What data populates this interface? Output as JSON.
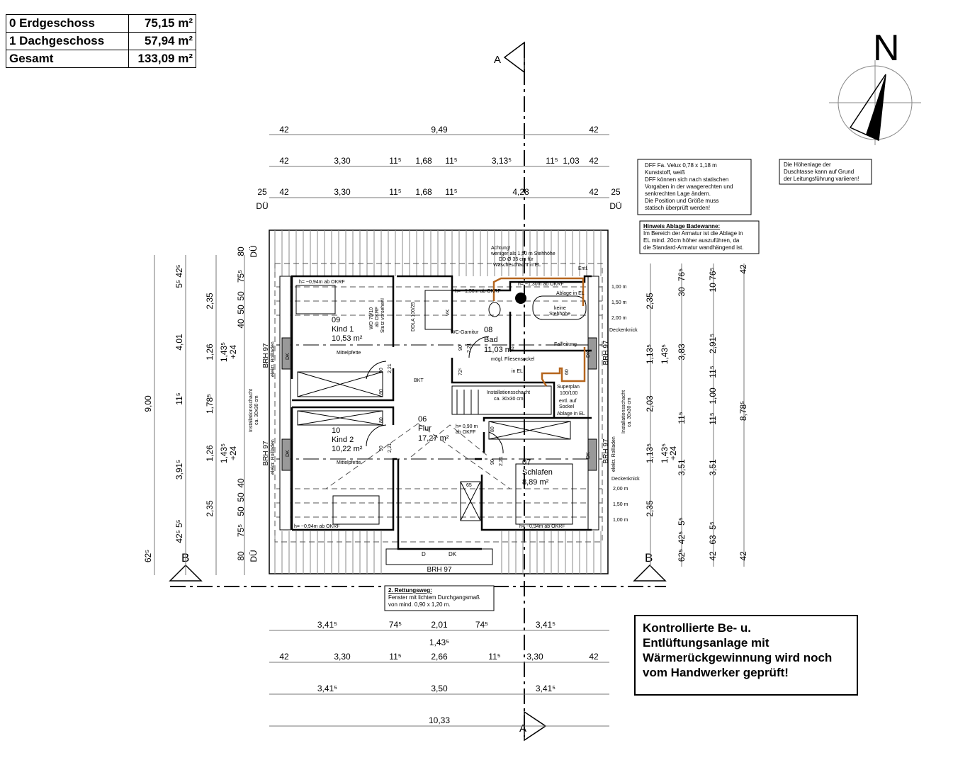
{
  "area_table": {
    "rows": [
      {
        "floor": "0 Erdgeschoss",
        "area": "75,15 m²"
      },
      {
        "floor": "1 Dachgeschoss",
        "area": "57,94 m²"
      },
      {
        "floor": "Gesamt",
        "area": "133,09 m²"
      }
    ]
  },
  "north": {
    "label": "N"
  },
  "section_marks": {
    "a": "A",
    "b": "B"
  },
  "notes": {
    "dff": [
      "DFF Fa. Velux 0,78 x 1,18 m",
      "Kunststoff, weiß",
      "DFF können sich nach statischen",
      "Vorgaben in der waagerechten und",
      "senkrechten Lage ändern.",
      "Die Position und Größe muss",
      "statisch überprüft werden!"
    ],
    "dusche": [
      "Die Höhenlage der",
      "Duschtasse kann auf Grund",
      "der Leitungsführung variieren!"
    ],
    "badewanne": {
      "title": "Hinweis Ablage Badewanne:",
      "lines": [
        "Im Bereich der Armatur ist die Ablage in",
        "EL mind. 20cm höher auszuführen, da",
        "die Standard-Armatur wandhängend ist."
      ]
    },
    "rettungsweg": {
      "title": "2. Rettungsweg:",
      "lines": [
        "Fenster mit lichtem Durchgangsmaß",
        "von mind. 0,90 x 1,20 m."
      ]
    },
    "kwl": [
      "Kontrollierte Be- u.",
      "Entlüftungsanlage mit",
      "Wärmerückgewinnung wird noch",
      "vom Handwerker geprüft!"
    ]
  },
  "rooms": [
    {
      "number": "09",
      "name": "Kind 1",
      "area": "10,53 m²"
    },
    {
      "number": "10",
      "name": "Kind 2",
      "area": "10,22 m²"
    },
    {
      "number": "06",
      "name": "Flur",
      "area": "17,27 m²"
    },
    {
      "number": "08",
      "name": "Bad",
      "area": "11,03 m²"
    },
    {
      "number": "07",
      "name": "Schlafen",
      "area": "8,89 m²"
    }
  ],
  "labels": {
    "h094": "h= ~0,94m ab OKRF",
    "h150": "h= ~1,50m ab OKRF",
    "h130": "h= ~1,30m ab OKRF",
    "achtung": [
      "Achtung!",
      "weniger als 1,50 m Stehhöhe",
      "DD Ø 35 cm für",
      "Wäscheschacht in EL"
    ],
    "entl": "Entl.",
    "ablage": "Ablage in EL",
    "keine": [
      "keine",
      "Stehhöhe"
    ],
    "wc": "WC-Garnitur",
    "fall": "Fallleitung",
    "fliesen": "mögl. Fliesensockel",
    "inel": "in EL",
    "schacht": [
      "Installationsschacht",
      "ca. 30x30 cm"
    ],
    "superplan": [
      "Superplan",
      "100/100",
      "evtl. auf",
      "Sockel"
    ],
    "wd": [
      "WD 70/10",
      "ab OKRF",
      "Sturz vorsehen!"
    ],
    "ddla": "DDLA 100/25",
    "vk": "VK",
    "bkt": "BKT",
    "mittelpfette": "Mittelpfette",
    "dk": "DK",
    "d": "D",
    "brh": "BRH 97",
    "rollladen": "elektr. Rollladen",
    "h090": [
      "h= 0,90 m",
      "ab OKFF"
    ],
    "n65": "65",
    "n725": "72⁵",
    "n90": "90",
    "n221": "2,21",
    "n80": "80",
    "n60": "60",
    "heights": [
      "1,00 m",
      "1,50 m",
      "2,00 m"
    ],
    "deckenknick": "Deckenknick",
    "due": "DÜ"
  },
  "dims": {
    "top1": [
      "42",
      "9,49",
      "42"
    ],
    "top2": [
      "42",
      "3,30",
      "11⁵",
      "1,68",
      "11⁵",
      "3,13⁵",
      "11⁵",
      "1,03",
      "42"
    ],
    "top3": [
      "25",
      "42",
      "3,30",
      "11⁵",
      "1,68",
      "11⁵",
      "4,28",
      "42",
      "25"
    ],
    "left1": [
      "9,00",
      "62⁵"
    ],
    "left2": [
      "5⁵ 42⁵",
      "4,01",
      "11⁵",
      "3,91⁵",
      "42⁵ 5⁵"
    ],
    "left3": [
      "2,35",
      "1,26",
      "1,78⁵",
      "1,26",
      "2,35"
    ],
    "left4": [
      "1,43⁵",
      "+24",
      "1,43⁵",
      "+24"
    ],
    "left5": [
      "80",
      "75⁵",
      "50",
      "50",
      "40",
      "40",
      "50",
      "50",
      "75⁵",
      "80"
    ],
    "right1": [
      "2,35",
      "1,13⁵",
      "2,03",
      "1,13⁵",
      "2,35"
    ],
    "right2": [
      "1,43⁵",
      "1,43⁵",
      "+24"
    ],
    "right3": [
      "76⁵",
      "30",
      "3,83",
      "11⁵",
      "3,51",
      "42⁵",
      "5⁵",
      "62⁵"
    ],
    "right4": [
      "10 76⁵",
      "2,91⁵",
      "11⁵",
      "1,00",
      "11⁵",
      "3,51",
      "5⁵",
      "63",
      "42"
    ],
    "right5": [
      "42",
      "8,78⁵",
      "42"
    ],
    "bottom1": [
      "3,41⁵",
      "74⁵",
      "2,01",
      "74⁵",
      "3,41⁵",
      "1,43⁵"
    ],
    "bottom2": [
      "42",
      "3,30",
      "11⁵",
      "2,66",
      "11⁵",
      "3,30",
      "42"
    ],
    "bottom3": [
      "3,41⁵",
      "3,50",
      "3,41⁵"
    ],
    "bottom4": [
      "10,33"
    ]
  },
  "colors": {
    "pipe": "#b5651d",
    "line": "#000000"
  }
}
